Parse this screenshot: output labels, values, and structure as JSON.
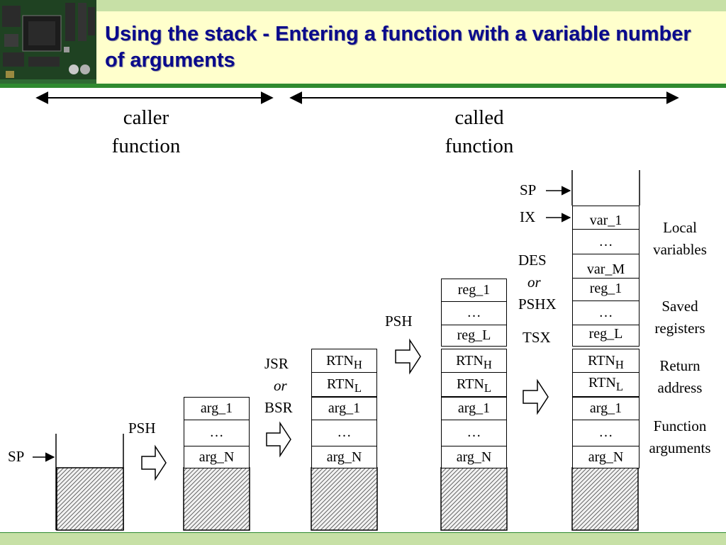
{
  "slide": {
    "title": "Using the stack - Entering a function with a variable number of arguments"
  },
  "sections": {
    "caller_line1": "caller",
    "caller_line2": "function",
    "called_line1": "called",
    "called_line2": "function"
  },
  "labels": {
    "sp": "SP",
    "ix": "IX",
    "psh": "PSH",
    "jsr": "JSR",
    "or": "or",
    "bsr": "BSR",
    "des": "DES",
    "pshx": "PSHX",
    "tsx": "TSX"
  },
  "stack_cells": {
    "arg_1": "arg_1",
    "dots": "…",
    "arg_N": "arg_N",
    "rtn": "RTN",
    "sub_h": "H",
    "sub_l": "L",
    "reg_1": "reg_1",
    "reg_L": "reg_L",
    "var_1": "var_1",
    "var_M": "var_M"
  },
  "annotations": {
    "local_1": "Local",
    "local_2": "variables",
    "saved_1": "Saved",
    "saved_2": "registers",
    "return_1": "Return",
    "return_2": "address",
    "function_1": "Function",
    "function_2": "arguments"
  },
  "colors": {
    "title": "#0a0a8c",
    "header_bg": "#ffffcc",
    "header_rule": "#2f8a2f",
    "band": "#c7e0a6"
  }
}
